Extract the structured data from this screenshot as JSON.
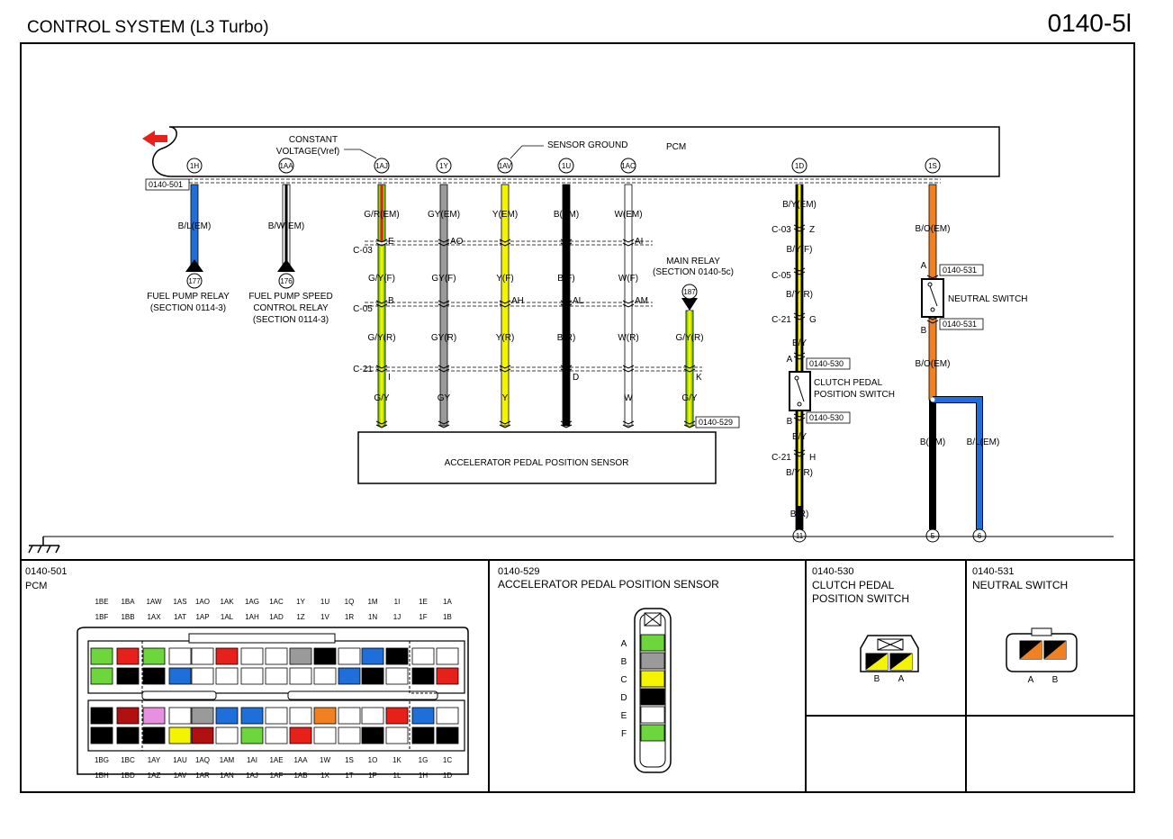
{
  "page": {
    "title": "CONTROL SYSTEM (L3 Turbo)",
    "code": "0140-5l"
  },
  "pcm": {
    "label": "PCM",
    "constant_voltage": [
      "CONSTANT",
      "VOLTAGE(Vref)"
    ],
    "sensor_ground": "SENSOR GROUND",
    "connector_ref": "0140-501",
    "terminals": [
      {
        "id": "1H",
        "wire": "B/L(EM)",
        "color": "#1e6fd9"
      },
      {
        "id": "1AA",
        "wire": "B/W(EM)",
        "color": "#ffffff"
      },
      {
        "id": "1AJ",
        "wire": "G/R(EM)",
        "color": "#8fd400"
      },
      {
        "id": "1Y",
        "wire": "GY(EM)",
        "color": "#9a9a9a"
      },
      {
        "id": "1AV",
        "wire": "Y(EM)",
        "color": "#f4f400"
      },
      {
        "id": "1U",
        "wire": "B(EM)",
        "color": "#000000"
      },
      {
        "id": "1AC",
        "wire": "W(EM)",
        "color": "#ffffff"
      },
      {
        "id": "1D",
        "wire": "B/Y(EM)",
        "color": "#000000"
      },
      {
        "id": "1S",
        "wire": "B/O(EM)",
        "color": "#f08020"
      }
    ]
  },
  "refs": {
    "fuel_pump_relay": {
      "ref": "177",
      "lines": [
        "FUEL PUMP RELAY",
        "(SECTION 0114-3)"
      ]
    },
    "fuel_pump_speed": {
      "ref": "176",
      "lines": [
        "FUEL PUMP SPEED",
        "CONTROL RELAY",
        "(SECTION 0114-3)"
      ]
    },
    "main_relay": {
      "ref": "187",
      "lines": [
        "MAIN RELAY",
        "(SECTION 0140-5c)"
      ]
    }
  },
  "connectors": {
    "c03": "C-03",
    "c05": "C-05",
    "c21": "C-21"
  },
  "apps_wires": {
    "em": [
      "G/R(EM)",
      "GY(EM)",
      "Y(EM)",
      "B(EM)",
      "W(EM)"
    ],
    "c03_pins": [
      "E",
      "AO",
      "",
      "",
      "AI"
    ],
    "f": [
      "G/Y(F)",
      "GY(F)",
      "Y(F)",
      "B(F)",
      "W(F)"
    ],
    "c05_pins": [
      "B",
      "",
      "AH",
      "AL",
      "AM"
    ],
    "r": [
      "G/Y(R)",
      "GY(R)",
      "Y(R)",
      "B(R)",
      "W(R)",
      "G/Y(R)"
    ],
    "c21_pins": [
      "I",
      "",
      "",
      "D",
      "",
      "K"
    ],
    "plain": [
      "G/Y",
      "GY",
      "Y",
      "B",
      "W",
      "G/Y"
    ],
    "terminals": [
      "A",
      "B",
      "C",
      "D",
      "E",
      "F"
    ]
  },
  "apps": {
    "label": "ACCELERATOR PEDAL POSITION SENSOR",
    "ref": "0140-529"
  },
  "clutch": {
    "wires": [
      "B/Y(EM)",
      "B/Y(F)",
      "B/Y(R)",
      "B/Y",
      "B/Y",
      "B/Y(R)",
      "B(R)"
    ],
    "pins": {
      "c03": "Z",
      "c21a": "G",
      "a": "A",
      "b": "B",
      "c21b": "H"
    },
    "ref": "0140-530",
    "label": [
      "CLUTCH PEDAL",
      "POSITION SWITCH"
    ],
    "ground": "11"
  },
  "neutral": {
    "wires": [
      "B/O(EM)",
      "B/O(EM)",
      "B(EM)",
      "B/L(EM)"
    ],
    "pins": {
      "a": "A",
      "b": "B"
    },
    "ref": "0140-531",
    "label": "NEUTRAL SWITCH",
    "grounds": [
      "5",
      "6"
    ]
  },
  "panels": {
    "pcm": {
      "ref": "0140-501",
      "name": "PCM",
      "top1": [
        "1BE",
        "1BA",
        "1AW",
        "1AS",
        "1AO",
        "1AK",
        "1AG",
        "1AC",
        "1Y",
        "1U",
        "1Q",
        "1M",
        "1I",
        "1E",
        "1A"
      ],
      "top2": [
        "1BF",
        "1BB",
        "1AX",
        "1AT",
        "1AP",
        "1AL",
        "1AH",
        "1AD",
        "1Z",
        "1V",
        "1R",
        "1N",
        "1J",
        "1F",
        "1B"
      ],
      "bot1": [
        "1BG",
        "1BC",
        "1AY",
        "1AU",
        "1AQ",
        "1AM",
        "1AI",
        "1AE",
        "1AA",
        "1W",
        "1S",
        "1O",
        "1K",
        "1G",
        "1C"
      ],
      "bot2": [
        "1BH",
        "1BD",
        "1AZ",
        "1AV",
        "1AR",
        "1AN",
        "1AJ",
        "1AF",
        "1AB",
        "1X",
        "1T",
        "1P",
        "1L",
        "1H",
        "1D"
      ]
    },
    "apps": {
      "ref": "0140-529",
      "name": "ACCELERATOR PEDAL POSITION SENSOR",
      "letters": [
        "A",
        "B",
        "C",
        "D",
        "E",
        "F"
      ]
    },
    "clutch": {
      "ref": "0140-530",
      "name": [
        "CLUTCH PEDAL",
        "POSITION SWITCH"
      ],
      "pins": [
        "B",
        "A"
      ]
    },
    "neutral": {
      "ref": "0140-531",
      "name": "NEUTRAL SWITCH",
      "pins": [
        "A",
        "B"
      ]
    }
  }
}
